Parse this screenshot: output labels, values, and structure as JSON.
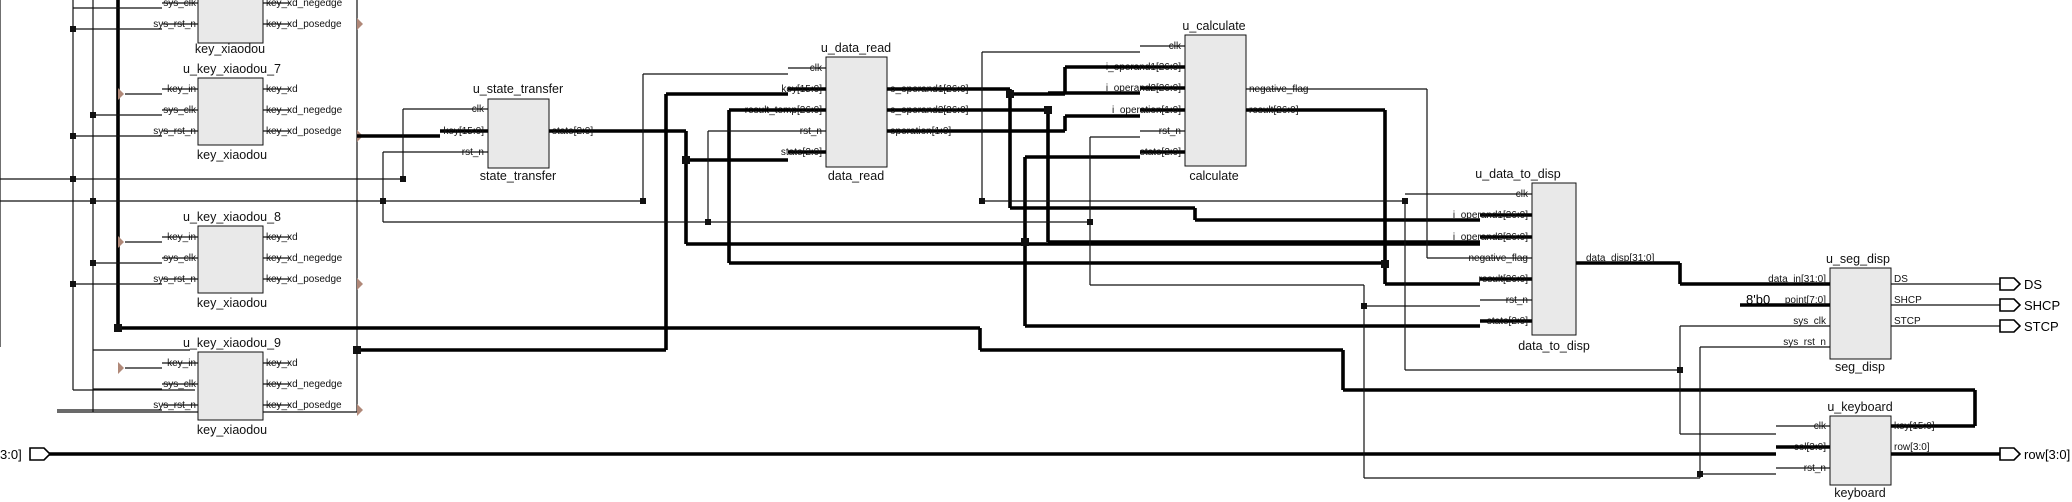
{
  "modules": {
    "kx_top": {
      "type": "key_xiaodou",
      "left": [
        "sys_clk",
        "sys_rst_n"
      ],
      "right": [
        "key_xd_negedge",
        "key_xd_posedge"
      ]
    },
    "kx7": {
      "inst": "u_key_xiaodou_7",
      "type": "key_xiaodou",
      "left": [
        "key_in",
        "sys_clk",
        "sys_rst_n"
      ],
      "right": [
        "key_xd",
        "key_xd_negedge",
        "key_xd_posedge"
      ]
    },
    "kx8": {
      "inst": "u_key_xiaodou_8",
      "type": "key_xiaodou",
      "left": [
        "key_in",
        "sys_clk",
        "sys_rst_n"
      ],
      "right": [
        "key_xd",
        "key_xd_negedge",
        "key_xd_posedge"
      ]
    },
    "kx9": {
      "inst": "u_key_xiaodou_9",
      "type": "key_xiaodou",
      "left": [
        "key_in",
        "sys_clk",
        "sys_rst_n"
      ],
      "right": [
        "key_xd",
        "key_xd_negedge",
        "key_xd_posedge"
      ]
    },
    "st": {
      "inst": "u_state_transfer",
      "type": "state_transfer",
      "left": [
        "clk",
        "key[15:0]",
        "rst_n"
      ],
      "right": [
        "state[2:0]"
      ]
    },
    "dr": {
      "inst": "u_data_read",
      "type": "data_read",
      "left": [
        "clk",
        "key[15:0]",
        "result_temp[26:0]",
        "rst_n",
        "state[2:0]"
      ],
      "right": [
        "o_operand1[26:0]",
        "o_operand2[26:0]",
        "operation[1:0]"
      ]
    },
    "calc": {
      "inst": "u_calculate",
      "type": "calculate",
      "left": [
        "clk",
        "i_operand1[26:0]",
        "i_operand2[26:0]",
        "i_operation[1:0]",
        "rst_n",
        "state[2:0]"
      ],
      "right": [
        "negative_flag",
        "result[26:0]"
      ]
    },
    "dd": {
      "inst": "u_data_to_disp",
      "type": "data_to_disp",
      "left": [
        "clk",
        "i_operand1[26:0]",
        "i_operand2[26:0]",
        "negative_flag",
        "result[26:0]",
        "rst_n",
        "state[2:0]"
      ],
      "right": [
        "data_disp[31:0]"
      ]
    },
    "sd": {
      "inst": "u_seg_disp",
      "type": "seg_disp",
      "left": [
        "data_in[31:0]",
        "point[7:0]",
        "sys_clk",
        "sys_rst_n"
      ],
      "right": [
        "DS",
        "SHCP",
        "STCP"
      ]
    },
    "kb": {
      "inst": "u_keyboard",
      "type": "keyboard",
      "left": [
        "clk",
        "col[3:0]",
        "rst_n"
      ],
      "right": [
        "key[15:0]",
        "row[3:0]"
      ]
    }
  },
  "const_point": "8'b0",
  "ports": {
    "ds": "DS",
    "shcp": "SHCP",
    "stcp": "STCP",
    "row": "row[3:0]",
    "col_partial": "3:0]"
  }
}
